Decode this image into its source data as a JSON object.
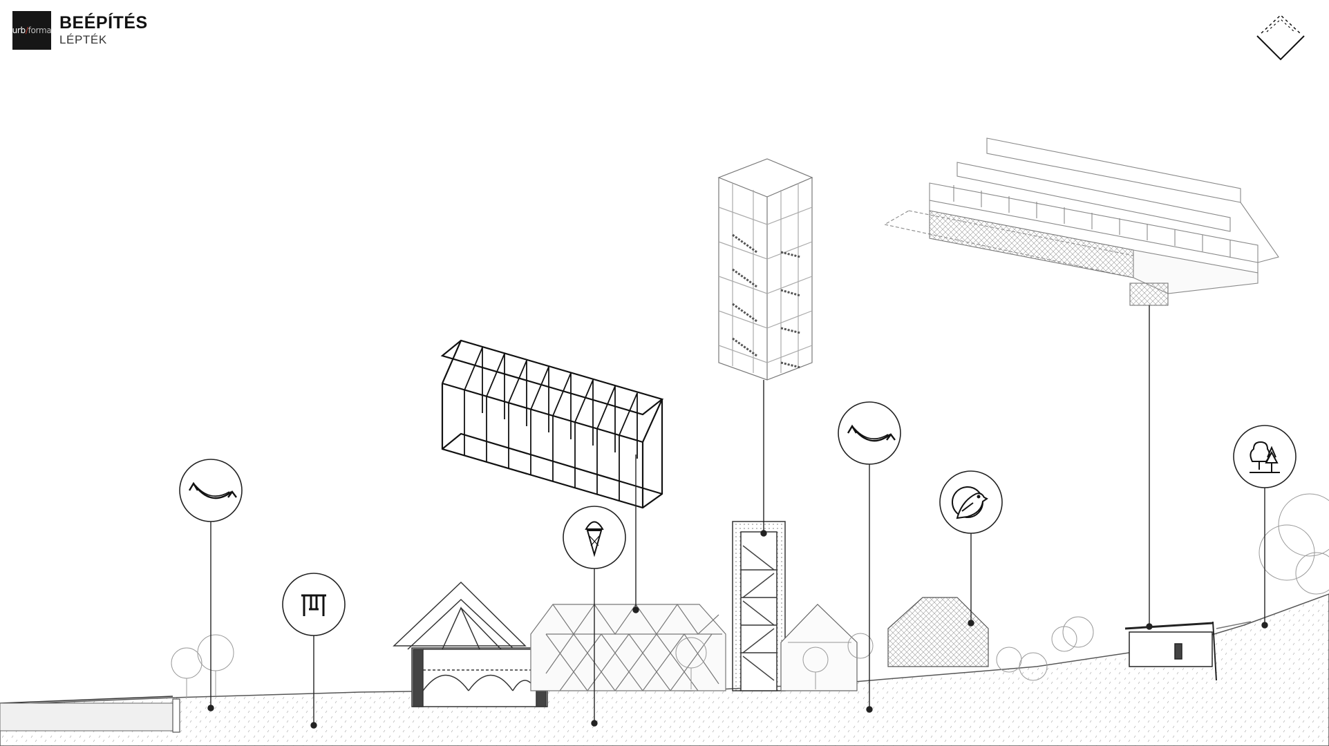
{
  "header": {
    "logo": {
      "pre": "urb",
      "slash": "/",
      "post": "forma"
    },
    "title": "BEÉPÍTÉS",
    "subtitle": "LÉPTÉK"
  },
  "nav_icon": "diamond-chevron-icon",
  "pins": [
    {
      "name": "hammock-pin-left",
      "icon": "hammock-icon"
    },
    {
      "name": "swing-pin",
      "icon": "swing-icon"
    },
    {
      "name": "ice-cream-pin",
      "icon": "ice-cream-icon"
    },
    {
      "name": "hammock-pin-right",
      "icon": "hammock-icon"
    },
    {
      "name": "bird-pin",
      "icon": "bird-icon"
    },
    {
      "name": "trees-pin",
      "icon": "trees-icon"
    }
  ],
  "structures": [
    "greenhouse-axonometric",
    "tower-axonometric",
    "longhouse-axonometric"
  ],
  "colors": {
    "line": "#222222",
    "light_line": "#9a9a9a",
    "ground": "#f4f4f4",
    "logo_bg": "#161616",
    "logo_accent": "#c0392b"
  }
}
